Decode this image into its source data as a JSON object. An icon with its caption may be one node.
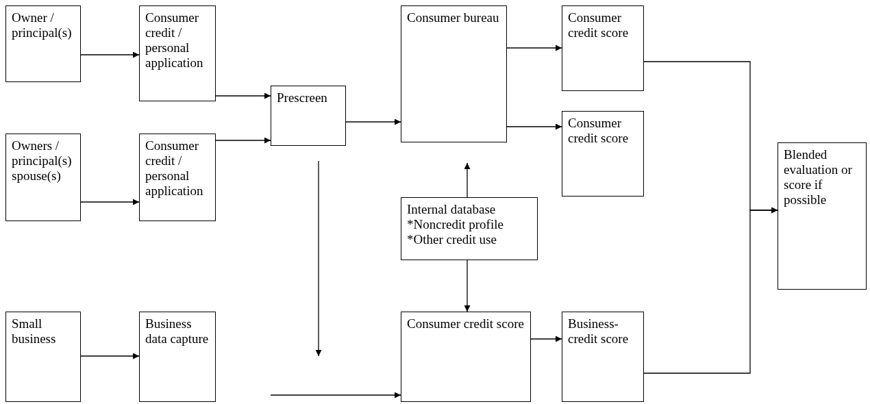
{
  "diagram": {
    "nodes": [
      {
        "text": [
          "Owner / principal(s)"
        ]
      },
      {
        "text": [
          "Consumer credit / personal application"
        ]
      },
      {
        "text": [
          "Prescreen"
        ]
      },
      {
        "text": [
          "Consumer bureau"
        ]
      },
      {
        "text": [
          "Consumer credit score"
        ]
      },
      {
        "text": [
          "Consumer credit score"
        ]
      },
      {
        "text": [
          "Owners / principal(s) spouse(s)"
        ]
      },
      {
        "text": [
          "Consumer credit / personal application"
        ]
      },
      {
        "text": [
          "Internal database *Noncredit profile *Other credit use"
        ]
      },
      {
        "text": [
          "Blended evaluation or score if possible"
        ]
      },
      {
        "text": [
          "Small business"
        ]
      },
      {
        "text": [
          "Business data capture"
        ]
      },
      {
        "text": [
          "Consumer credit score"
        ]
      },
      {
        "text": [
          "Business-credit score"
        ]
      }
    ],
    "edges": [
      {
        "from": 0,
        "to": 1,
        "arrow": "to"
      },
      {
        "from": 1,
        "to": 2,
        "arrow": "to"
      },
      {
        "from": 7,
        "to": 2,
        "arrow": "to"
      },
      {
        "from": 6,
        "to": 7,
        "arrow": "to"
      },
      {
        "from": 2,
        "to": 3,
        "arrow": "to"
      },
      {
        "from": 3,
        "to": 4,
        "arrow": "to"
      },
      {
        "from": 3,
        "to": 5,
        "arrow": "to"
      },
      {
        "from": 8,
        "to": 3,
        "arrow": "to"
      },
      {
        "from": 8,
        "to": 12,
        "arrow": "to"
      },
      {
        "from": 2,
        "to": null,
        "arrow": "to"
      },
      {
        "from": null,
        "to": 12,
        "arrow": "to"
      },
      {
        "from": 10,
        "to": 11,
        "arrow": "to"
      },
      {
        "from": 12,
        "to": 13,
        "arrow": "to"
      },
      {
        "from": 4,
        "to": 9,
        "arrow": "to"
      },
      {
        "from": 13,
        "to": 9,
        "arrow": "to"
      }
    ]
  }
}
